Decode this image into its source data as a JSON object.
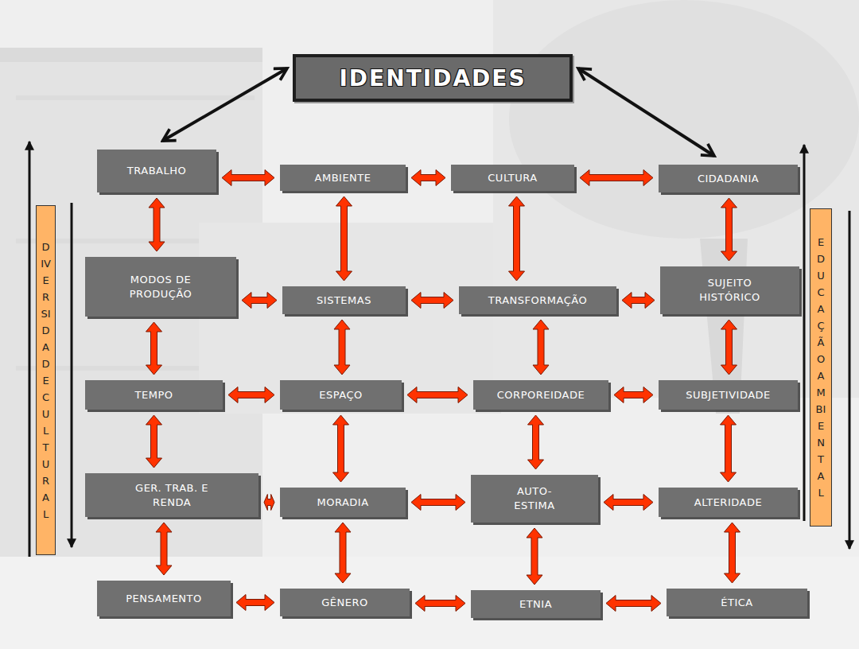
{
  "diagram": {
    "nodes": [
      {
        "text": [
          "IDENTIDADES"
        ]
      },
      {
        "text": [
          "TRABALHO"
        ]
      },
      {
        "text": [
          "AMBIENTE"
        ]
      },
      {
        "text": [
          "CULTURA"
        ]
      },
      {
        "text": [
          "CIDADANIA"
        ]
      },
      {
        "text": [
          "MODOS DE PRODUÇÃO"
        ]
      },
      {
        "text": [
          "SISTEMAS"
        ]
      },
      {
        "text": [
          "TRANSFORMAÇÃO"
        ]
      },
      {
        "text": [
          "SUJEITO HISTÓRICO"
        ]
      },
      {
        "text": [
          "TEMPO"
        ]
      },
      {
        "text": [
          "ESPAÇO"
        ]
      },
      {
        "text": [
          "CORPOREIDADE"
        ]
      },
      {
        "text": [
          "SUBJETIVIDADE"
        ]
      },
      {
        "text": [
          "GER. TRAB. E RENDA"
        ]
      },
      {
        "text": [
          "MORADIA"
        ]
      },
      {
        "text": [
          "AUTO- ESTIMA"
        ]
      },
      {
        "text": [
          "ALTERIDADE"
        ]
      },
      {
        "text": [
          "PENSAMENTO"
        ]
      },
      {
        "text": [
          "GÊNERO"
        ]
      },
      {
        "text": [
          "ETNIA"
        ]
      },
      {
        "text": [
          "ÉTICA"
        ]
      },
      {
        "text": [
          "DIVERSIDADE CULTURAL"
        ]
      },
      {
        "text": [
          "EDUCAÇÃO AMBIENTAL"
        ]
      }
    ],
    "edges": [
      {
        "from": 0,
        "to": 1,
        "arrow": "both"
      },
      {
        "from": 0,
        "to": 4,
        "arrow": "both"
      },
      {
        "from": 1,
        "to": 2,
        "arrow": "both"
      },
      {
        "from": 2,
        "to": 3,
        "arrow": "both"
      },
      {
        "from": 3,
        "to": 4,
        "arrow": "both"
      },
      {
        "from": 5,
        "to": 6,
        "arrow": "both"
      },
      {
        "from": 6,
        "to": 7,
        "arrow": "both"
      },
      {
        "from": 7,
        "to": 8,
        "arrow": "both"
      },
      {
        "from": 9,
        "to": 10,
        "arrow": "both"
      },
      {
        "from": 10,
        "to": 11,
        "arrow": "both"
      },
      {
        "from": 11,
        "to": 12,
        "arrow": "both"
      },
      {
        "from": 13,
        "to": 14,
        "arrow": "both"
      },
      {
        "from": 14,
        "to": 15,
        "arrow": "both"
      },
      {
        "from": 15,
        "to": 16,
        "arrow": "both"
      },
      {
        "from": 17,
        "to": 18,
        "arrow": "both"
      },
      {
        "from": 18,
        "to": 19,
        "arrow": "both"
      },
      {
        "from": 19,
        "to": 20,
        "arrow": "both"
      },
      {
        "from": 1,
        "to": 5,
        "arrow": "both"
      },
      {
        "from": 5,
        "to": 9,
        "arrow": "both"
      },
      {
        "from": 9,
        "to": 13,
        "arrow": "both"
      },
      {
        "from": 13,
        "to": 17,
        "arrow": "both"
      },
      {
        "from": 2,
        "to": 6,
        "arrow": "both"
      },
      {
        "from": 6,
        "to": 10,
        "arrow": "both"
      },
      {
        "from": 10,
        "to": 14,
        "arrow": "both"
      },
      {
        "from": 14,
        "to": 18,
        "arrow": "both"
      },
      {
        "from": 3,
        "to": 7,
        "arrow": "both"
      },
      {
        "from": 7,
        "to": 11,
        "arrow": "both"
      },
      {
        "from": 11,
        "to": 15,
        "arrow": "both"
      },
      {
        "from": 15,
        "to": 19,
        "arrow": "both"
      },
      {
        "from": 4,
        "to": 8,
        "arrow": "both"
      },
      {
        "from": 8,
        "to": 12,
        "arrow": "both"
      },
      {
        "from": 12,
        "to": 16,
        "arrow": "both"
      },
      {
        "from": 16,
        "to": 20,
        "arrow": "both"
      }
    ]
  }
}
